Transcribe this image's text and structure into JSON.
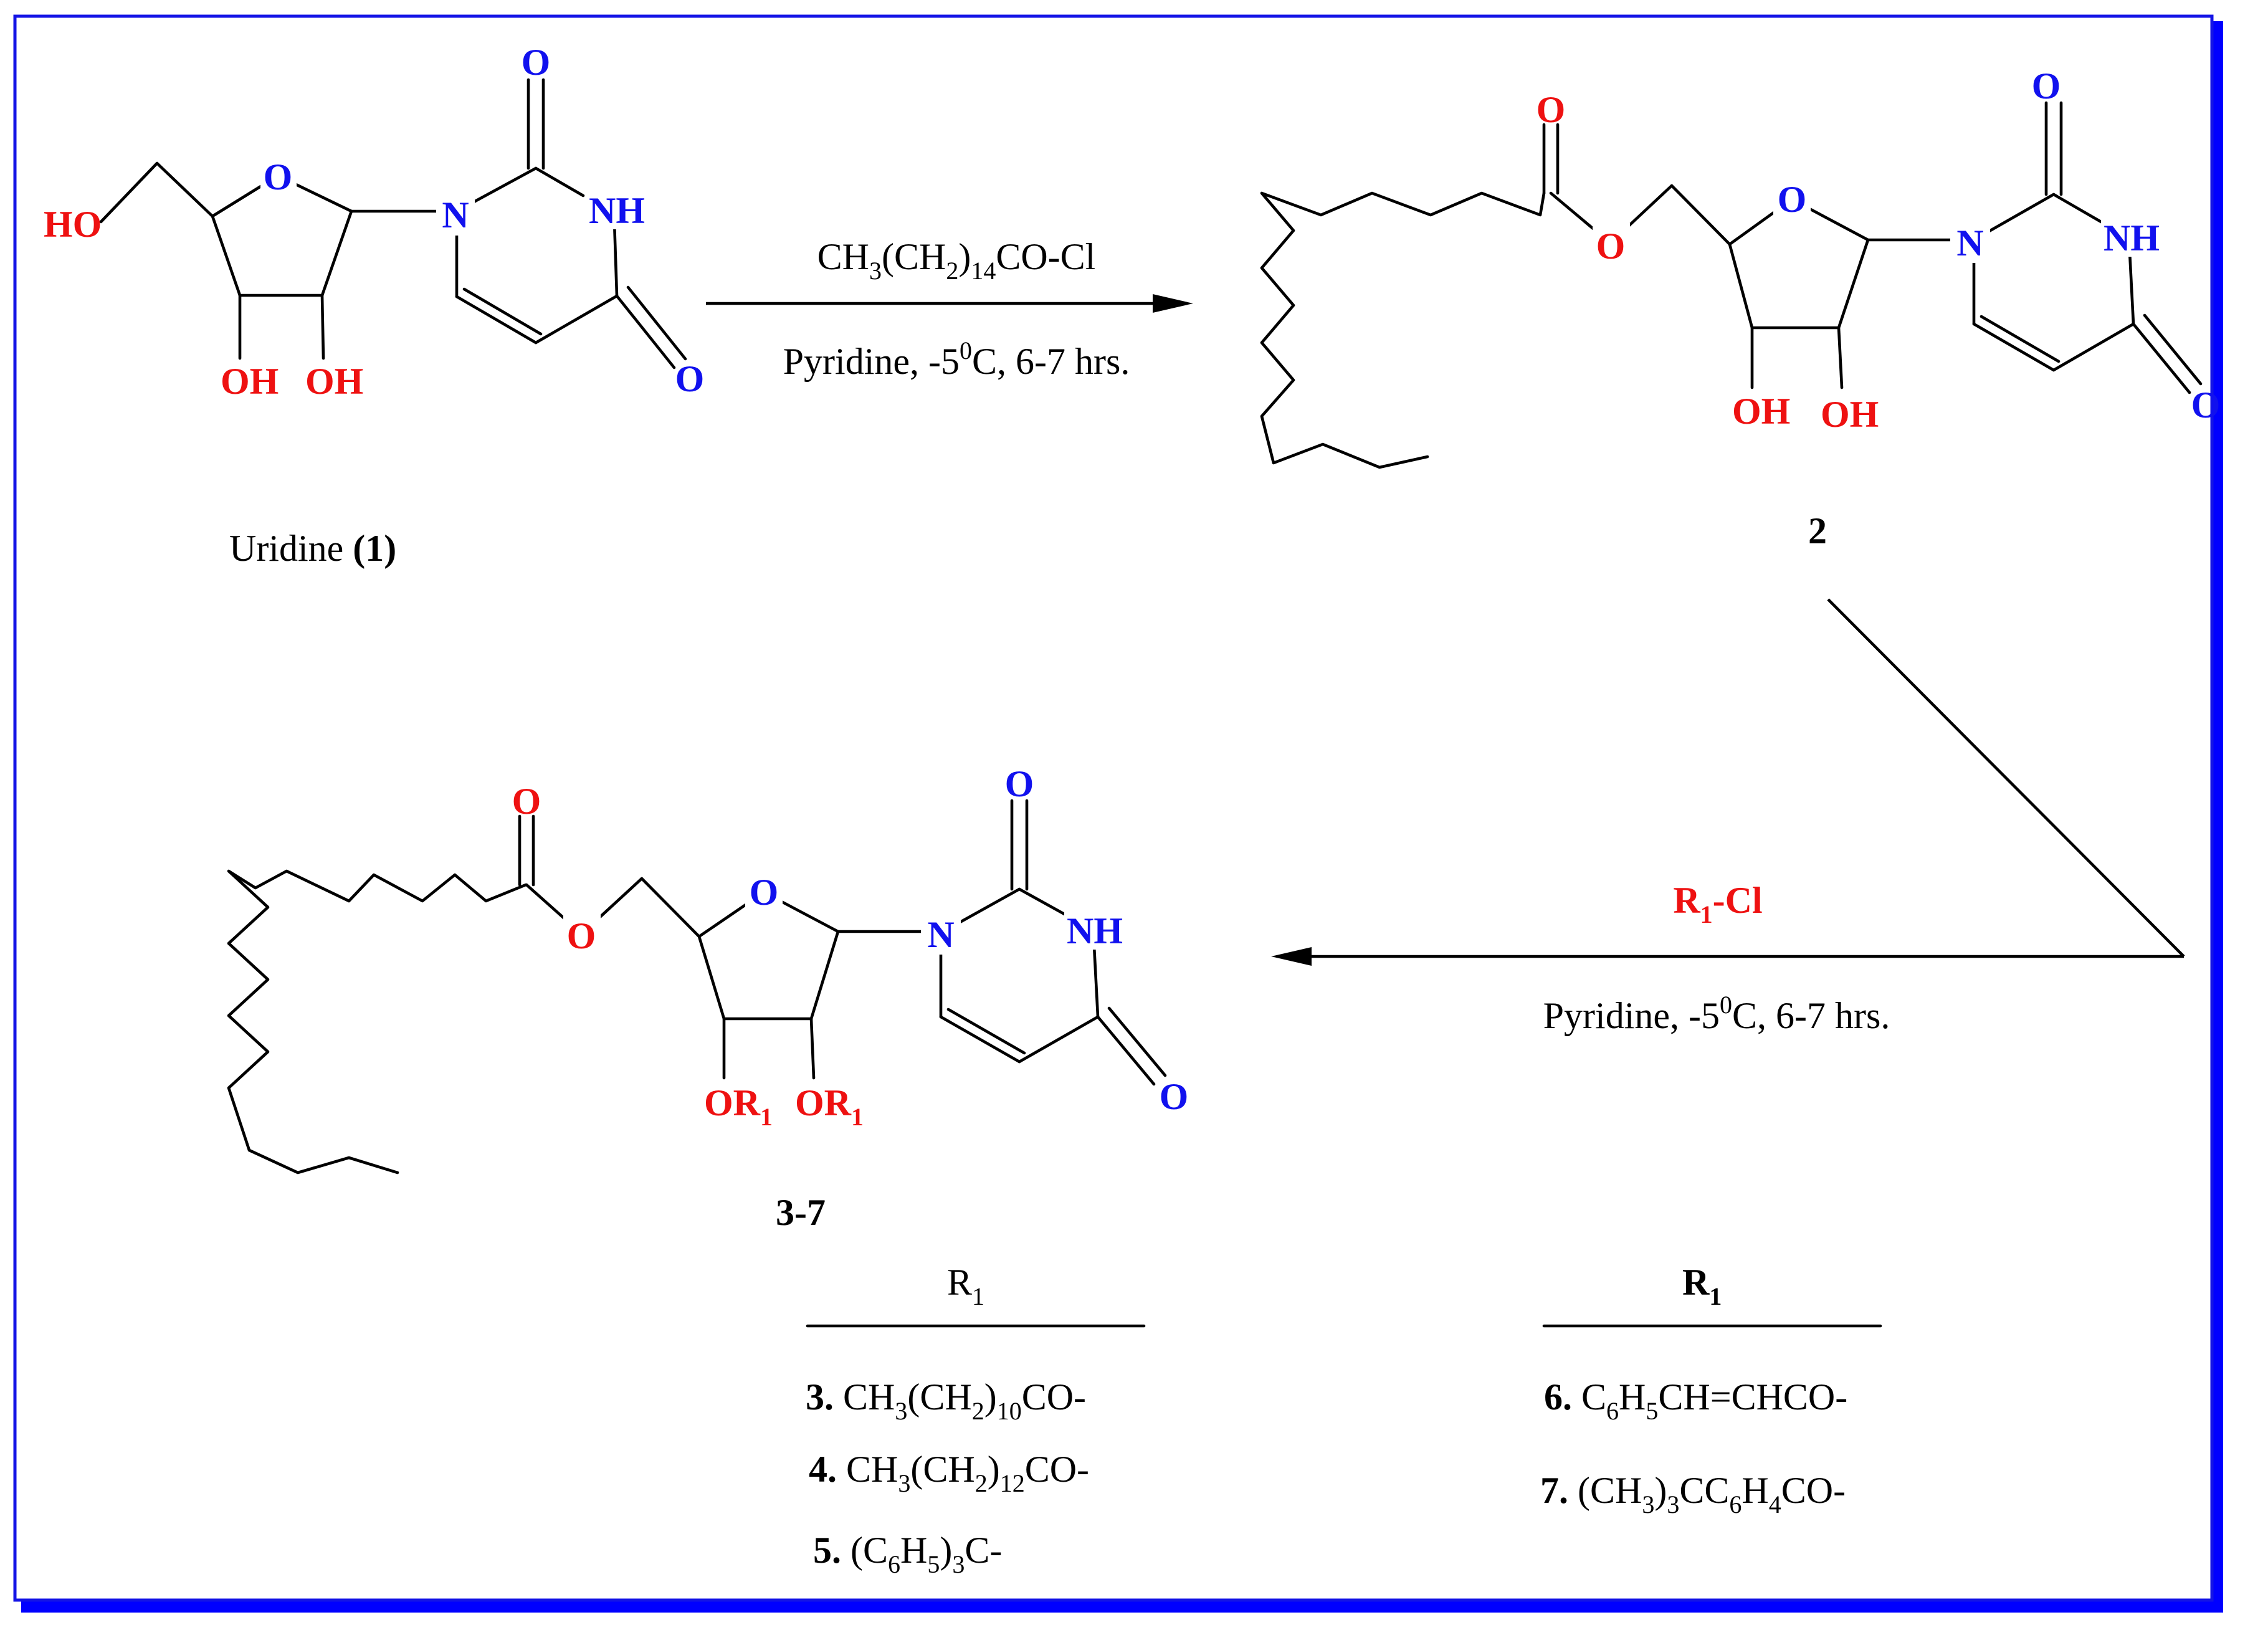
{
  "colors": {
    "frame": "#1414e6",
    "shadow": "#0000ff",
    "heteroatom_red": "#ee1111",
    "heteroatom_blue": "#1111ee",
    "bond": "#000000"
  },
  "atoms": {
    "ho": "HO",
    "o": "O",
    "n": "N",
    "nh": "NH",
    "oh": "OH",
    "or": "OR",
    "sub1": "1"
  },
  "compound1": {
    "name": "Uridine ",
    "number": "(1)"
  },
  "compound2": {
    "number": "2"
  },
  "compound3_7": {
    "number": "3-7"
  },
  "step1": {
    "reagent": {
      "p1": "CH",
      "s1": "3",
      "p2": "(CH",
      "s2": "2",
      "p3": ")",
      "s3": "14",
      "p4": "CO-Cl"
    },
    "conditions": {
      "p1": "Pyridine, -5",
      "sup": "0",
      "p2": "C, 6-7 hrs."
    }
  },
  "step2": {
    "reagent": {
      "p1": "R",
      "s1": "1",
      "p2": "-Cl"
    },
    "conditions": {
      "p1": "Pyridine, -5",
      "sup": "0",
      "p2": "C, 6-7 hrs."
    }
  },
  "table_left": {
    "header": {
      "p1": "R",
      "s1": "1"
    },
    "rows": [
      {
        "num": "3.",
        "p1": " CH",
        "s1": "3",
        "p2": "(CH",
        "s2": "2",
        "p3": ")",
        "s3": "10",
        "p4": "CO-"
      },
      {
        "num": "4.",
        "p1": " CH",
        "s1": "3",
        "p2": "(CH",
        "s2": "2",
        "p3": ")",
        "s3": "12",
        "p4": "CO-"
      },
      {
        "num": "5.",
        "p1": " (C",
        "s1": "6",
        "p2": "H",
        "s2": "5",
        "p3": ")",
        "s3": "3",
        "p4": "C-"
      }
    ]
  },
  "table_right": {
    "header": {
      "p1": "R",
      "s1": "1"
    },
    "rows": [
      {
        "num": "6.",
        "p1": " C",
        "s1": "6",
        "p2": "H",
        "s2": "5",
        "p3": "CH=CHCO-"
      },
      {
        "num": "7.",
        "p1": " (CH",
        "s1": "3",
        "p2": ")",
        "s2": "3",
        "p3": "CC",
        "s3": "6",
        "p4": "H",
        "s4": "4",
        "p5": "CO-"
      }
    ]
  }
}
